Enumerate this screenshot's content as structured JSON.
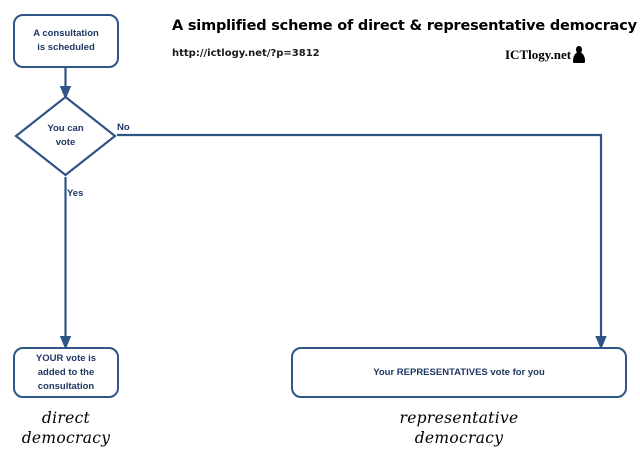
{
  "header": {
    "title": "A simplified scheme of direct & representative democracy",
    "url": "http://ictlogy.net/?p=3812",
    "logo_text": "ICTlogy.net",
    "logo_icon": "bust-silhouette-icon"
  },
  "diagram": {
    "type": "flowchart",
    "nodes": [
      {
        "id": "start",
        "shape": "rounded-rect",
        "label": "A consultation\nis scheduled"
      },
      {
        "id": "decision",
        "shape": "diamond",
        "label": "You can\nvote"
      },
      {
        "id": "direct",
        "shape": "rounded-rect",
        "label": "YOUR vote is\nadded to the\nconsultation"
      },
      {
        "id": "representative",
        "shape": "rounded-rect",
        "label": "Your REPRESENTATIVES  vote for you"
      }
    ],
    "edges": [
      {
        "from": "start",
        "to": "decision",
        "label": ""
      },
      {
        "from": "decision",
        "to": "direct",
        "label": "Yes"
      },
      {
        "from": "decision",
        "to": "representative",
        "label": "No"
      }
    ],
    "node_text": {
      "start_line1": "A consultation",
      "start_line2": "is scheduled",
      "decision_line1": "You can",
      "decision_line2": "vote",
      "direct_line1": "YOUR vote is",
      "direct_line2": "added to the",
      "direct_line3": "consultation",
      "representative_text": "Your REPRESENTATIVES  vote for you"
    },
    "edge_labels": {
      "yes": "Yes",
      "no": "No"
    },
    "captions": {
      "left_line1": "direct",
      "left_line2": "democracy",
      "right_line1": "representative",
      "right_line2": "democracy"
    }
  },
  "colors": {
    "line": "#2E5585",
    "node_text": "#1F3864",
    "title_text": "#000000",
    "background": "#FFFFFF"
  }
}
